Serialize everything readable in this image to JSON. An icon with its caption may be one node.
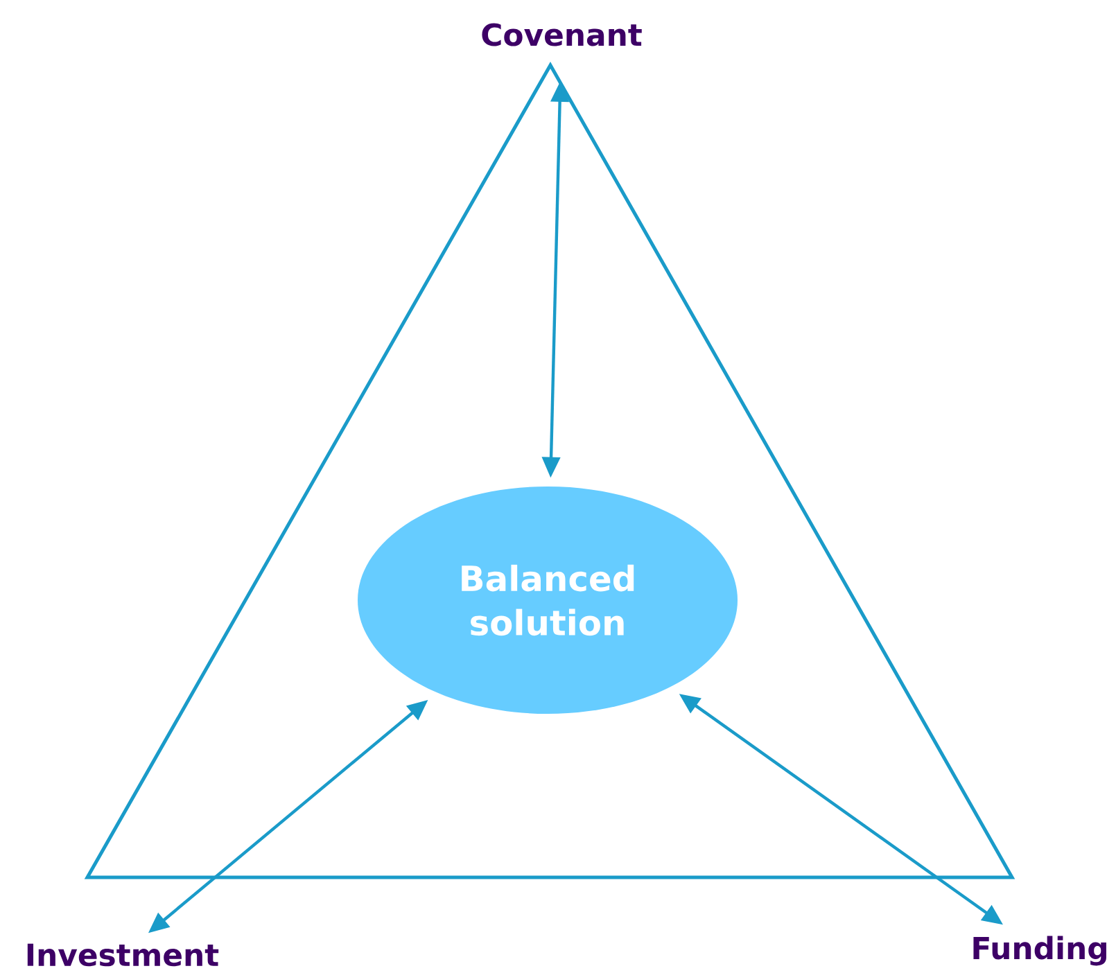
{
  "diagram": {
    "nodes": [
      {
        "text": [
          "Covenant"
        ]
      },
      {
        "text": [
          "Investment"
        ]
      },
      {
        "text": [
          "Funding"
        ]
      },
      {
        "text": [
          "Balanced solution"
        ]
      }
    ],
    "edges": [
      {
        "from": 0,
        "to": 3,
        "arrow": "both"
      },
      {
        "from": 1,
        "to": 3,
        "arrow": "both"
      },
      {
        "from": 2,
        "to": 3,
        "arrow": "both"
      }
    ]
  }
}
